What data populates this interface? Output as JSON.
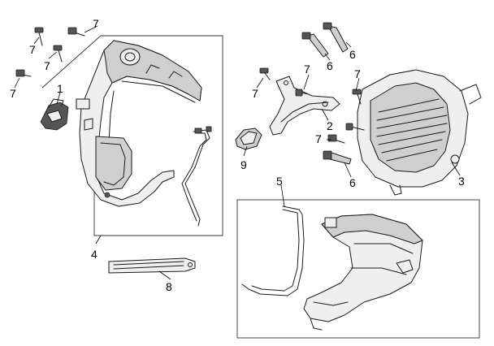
{
  "callouts": {
    "c1": "1",
    "c2": "2",
    "c3": "3",
    "c4": "4",
    "c5": "5",
    "c6a": "6",
    "c6b": "6",
    "c6c": "6",
    "c7a": "7",
    "c7b": "7",
    "c7c": "7",
    "c7d": "7",
    "c7e": "7",
    "c7f": "7",
    "c7g": "7",
    "c8": "8",
    "c9": "9"
  },
  "colors": {
    "line": "#1a1a1a",
    "shade": "#cfcfcf",
    "background": "#ffffff"
  }
}
